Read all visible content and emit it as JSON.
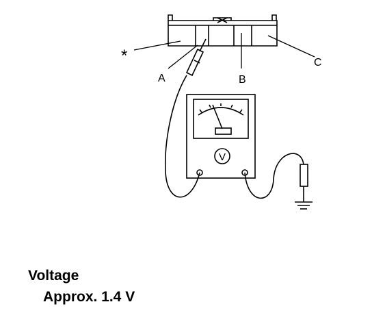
{
  "diagram": {
    "labels": {
      "asterisk": "*",
      "terminal_a": "A",
      "terminal_b": "B",
      "terminal_c": "C"
    },
    "meter_symbol": "V"
  },
  "caption": {
    "heading": "Voltage",
    "value": "Approx. 1.4 V"
  }
}
